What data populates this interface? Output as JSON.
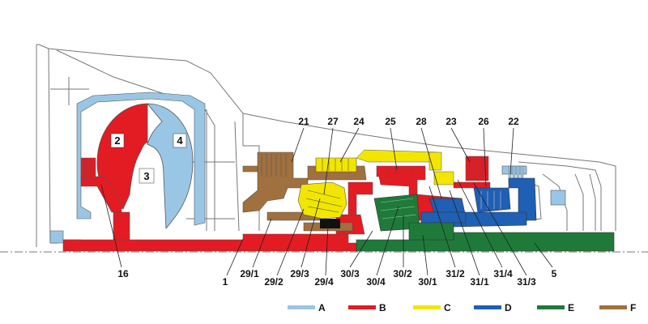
{
  "colors": {
    "A": "#9ac6e6",
    "B": "#e31b23",
    "C": "#f2e600",
    "D": "#1f5fb4",
    "E": "#1f7a3a",
    "F": "#a0703e",
    "housing": "#777777"
  },
  "inner_labels": [
    "2",
    "4",
    "3"
  ],
  "top_labels": [
    "21",
    "27",
    "24",
    "25",
    "28",
    "23",
    "26",
    "22"
  ],
  "bottom_labels": [
    "16",
    "1",
    "29/1",
    "29/2",
    "29/3",
    "29/4",
    "30/3",
    "30/4",
    "30/2",
    "30/1",
    "31/2",
    "31/1",
    "31/4",
    "31/3",
    "5"
  ],
  "legend": [
    {
      "key": "A",
      "label": "A"
    },
    {
      "key": "B",
      "label": "B"
    },
    {
      "key": "C",
      "label": "C"
    },
    {
      "key": "D",
      "label": "D"
    },
    {
      "key": "E",
      "label": "E"
    },
    {
      "key": "F",
      "label": "F"
    }
  ]
}
